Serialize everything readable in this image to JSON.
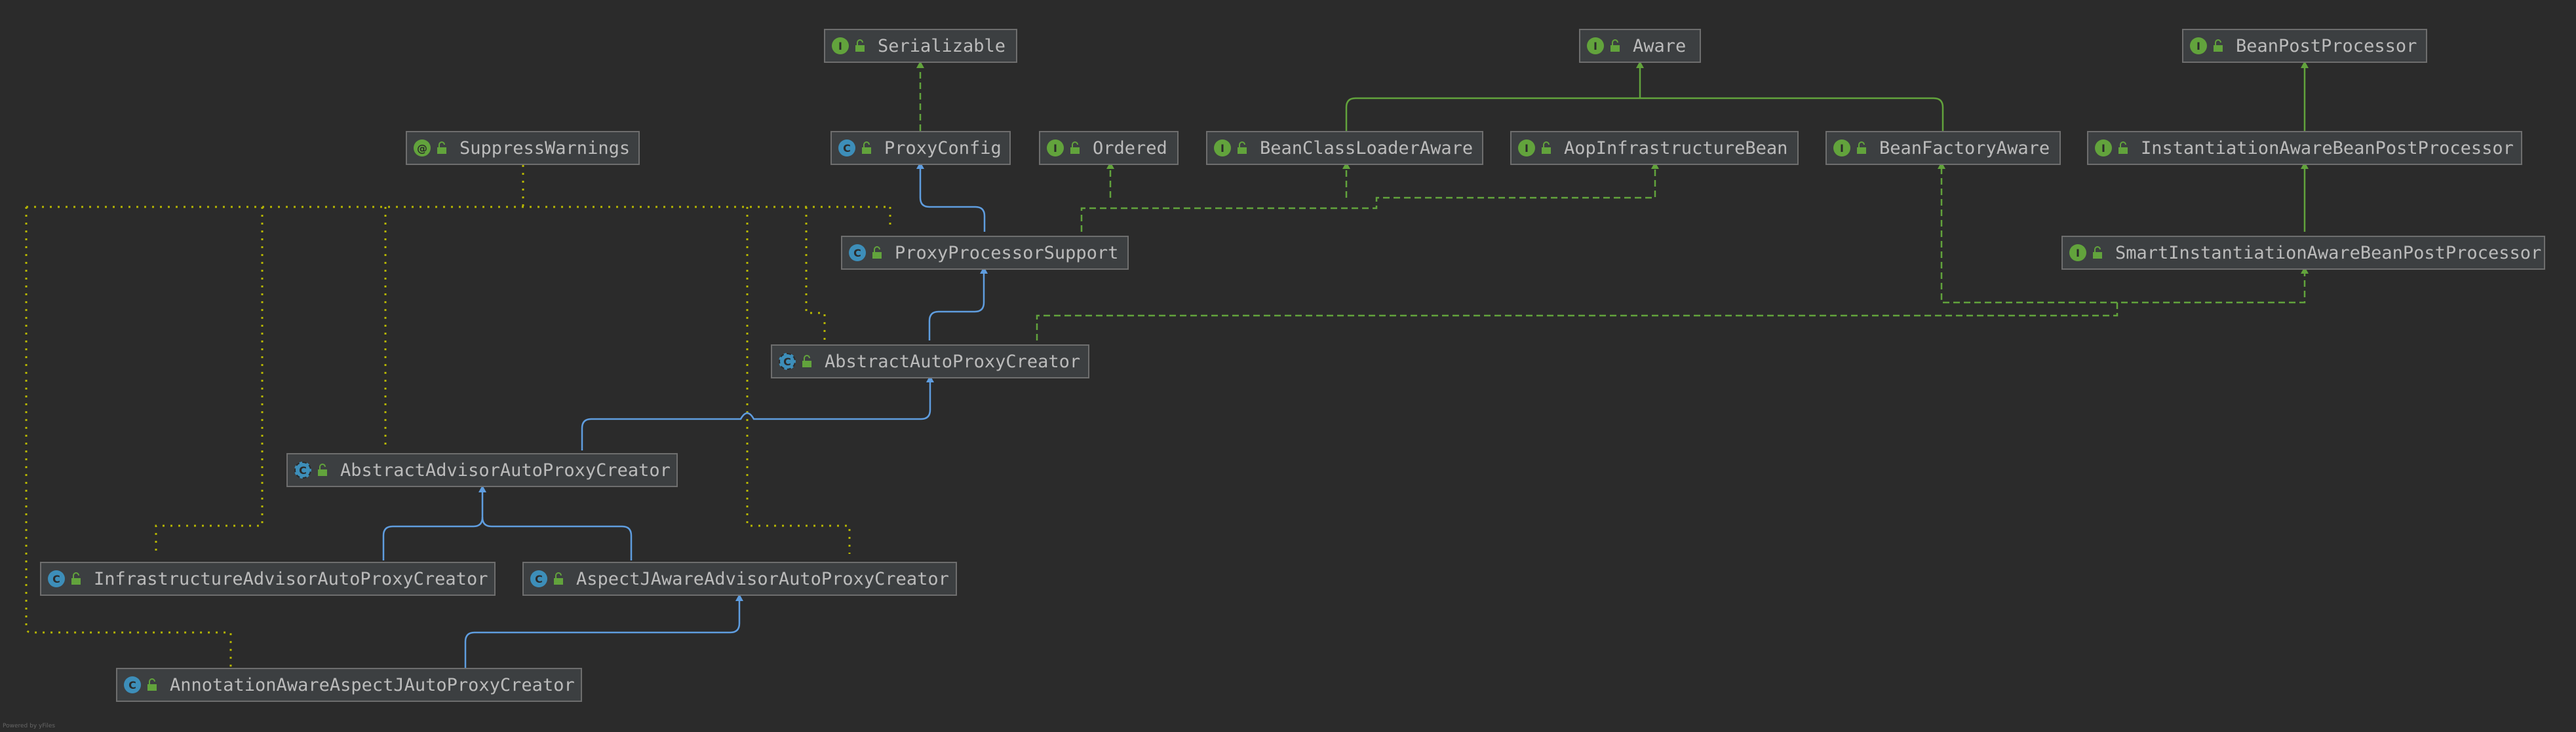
{
  "nodes": {
    "serializable": {
      "name": "Serializable",
      "kind": "interface",
      "badge": "I"
    },
    "aware": {
      "name": "Aware",
      "kind": "interface",
      "badge": "I"
    },
    "bean_post_processor": {
      "name": "BeanPostProcessor",
      "kind": "interface",
      "badge": "I"
    },
    "suppress_warnings": {
      "name": "SuppressWarnings",
      "kind": "annotation",
      "badge": "@"
    },
    "proxy_config": {
      "name": "ProxyConfig",
      "kind": "class",
      "badge": "C"
    },
    "ordered": {
      "name": "Ordered",
      "kind": "interface",
      "badge": "I"
    },
    "bean_class_loader_aware": {
      "name": "BeanClassLoaderAware",
      "kind": "interface",
      "badge": "I"
    },
    "aop_infrastructure_bean": {
      "name": "AopInfrastructureBean",
      "kind": "interface",
      "badge": "I"
    },
    "bean_factory_aware": {
      "name": "BeanFactoryAware",
      "kind": "interface",
      "badge": "I"
    },
    "instantiation_aware_bpp": {
      "name": "InstantiationAwareBeanPostProcessor",
      "kind": "interface",
      "badge": "I"
    },
    "proxy_processor_support": {
      "name": "ProxyProcessorSupport",
      "kind": "class",
      "badge": "C"
    },
    "smart_instantiation_aware_bpp": {
      "name": "SmartInstantiationAwareBeanPostProcessor",
      "kind": "interface",
      "badge": "I"
    },
    "abstract_auto_proxy_creator": {
      "name": "AbstractAutoProxyCreator",
      "kind": "abstract",
      "badge": "C"
    },
    "abstract_advisor_auto_proxy_creator": {
      "name": "AbstractAdvisorAutoProxyCreator",
      "kind": "abstract",
      "badge": "C"
    },
    "infrastructure_advisor_auto_proxy_creator": {
      "name": "InfrastructureAdvisorAutoProxyCreator",
      "kind": "class",
      "badge": "C"
    },
    "aspectj_aware_advisor_auto_proxy_creator": {
      "name": "AspectJAwareAdvisorAutoProxyCreator",
      "kind": "class",
      "badge": "C"
    },
    "annotation_aware_aspectj_auto_proxy_creator": {
      "name": "AnnotationAwareAspectJAutoProxyCreator",
      "kind": "class",
      "badge": "C"
    }
  },
  "colors": {
    "background": "#2b2b2b",
    "extends_edge": "#5f9ddf",
    "implements_edge": "#62a33c",
    "annotation_edge": "#b5b500",
    "interface_badge": "#62a33c",
    "class_badge": "#3d8eb9"
  },
  "footer": "Powered by yFiles"
}
